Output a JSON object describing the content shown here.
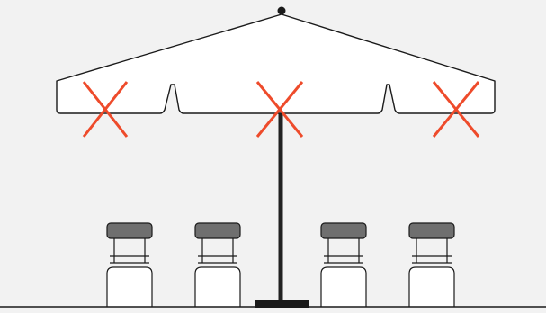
{
  "colors": {
    "background": "#f2f2f2",
    "outline": "#1a1a1a",
    "canopy_fill": "#ffffff",
    "pole": "#222222",
    "seat_fill": "#6f6f6f",
    "mark": "#ee4b2b"
  },
  "icons": {
    "pattern_marks": "x-mark-icon",
    "chairs": "chair-icon"
  },
  "umbrella": {
    "canopy_sections": 3,
    "pattern_marks_count": 3
  },
  "chairs": {
    "count": 4
  }
}
